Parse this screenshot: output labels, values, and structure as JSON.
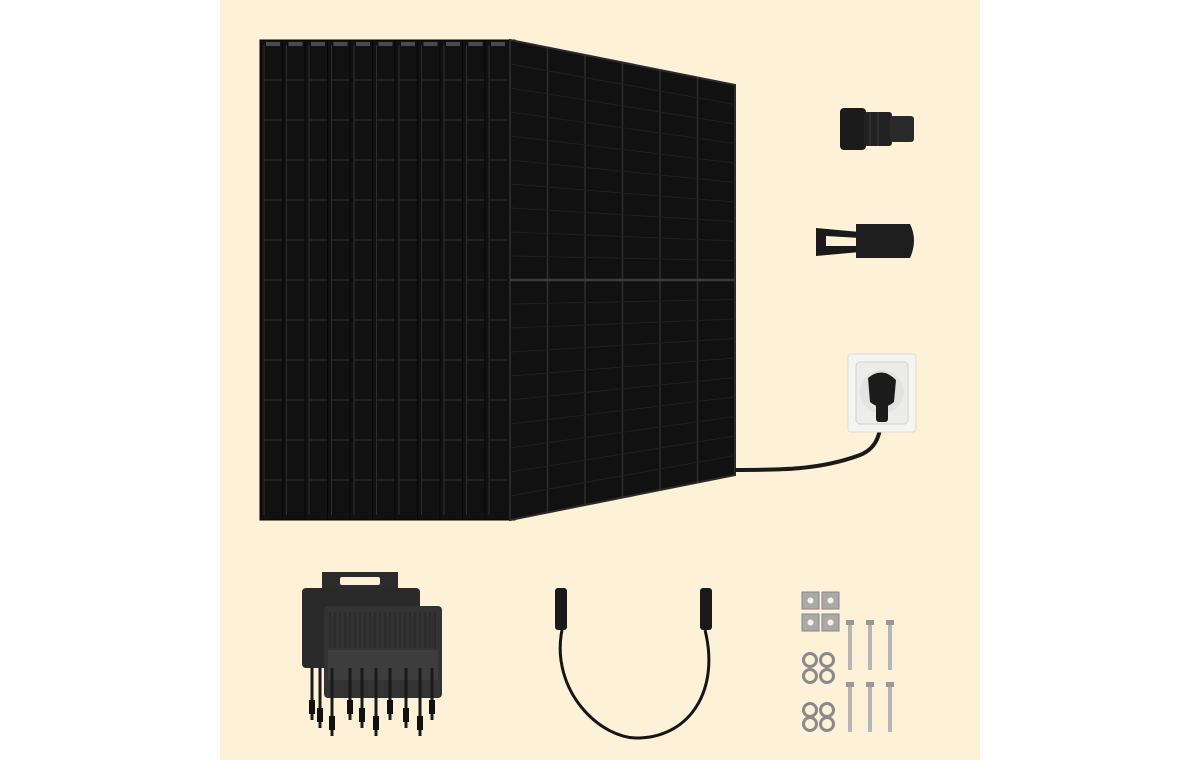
{
  "scene": {
    "colors": {
      "background": "#fdf1d8",
      "page": "#ffffff",
      "panel": "#111111",
      "panel_edge": "#2a2a2a",
      "cell_line": "#2e2e2e",
      "frame_highlight": "#4a4a4a",
      "socket": "#f4f4f2",
      "metal": "#a9a9a9"
    },
    "solar_panel_count": 12,
    "items": [
      {
        "name": "solar-panels",
        "icon": "solar-panel-icon"
      },
      {
        "name": "cable-gland",
        "icon": "cable-gland-icon"
      },
      {
        "name": "mc4-unlock-tool",
        "icon": "unlock-tool-icon"
      },
      {
        "name": "wall-socket-plug",
        "icon": "power-socket-icon"
      },
      {
        "name": "microinverters",
        "icon": "microinverter-icon"
      },
      {
        "name": "extension-cable",
        "icon": "cable-icon"
      },
      {
        "name": "mounting-hardware",
        "icon": "bolts-icon"
      }
    ]
  }
}
